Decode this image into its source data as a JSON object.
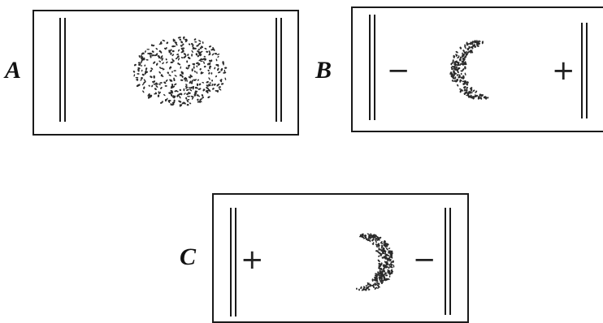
{
  "panels": [
    {
      "id": "A",
      "label": "A",
      "signs": []
    },
    {
      "id": "B",
      "label": "B",
      "signs": [
        "−",
        "+"
      ]
    },
    {
      "id": "C",
      "label": "C",
      "signs": [
        "+",
        "−"
      ]
    }
  ],
  "colors": {
    "ink": "#1a1a1a",
    "stipple": "#2a2a2a"
  }
}
